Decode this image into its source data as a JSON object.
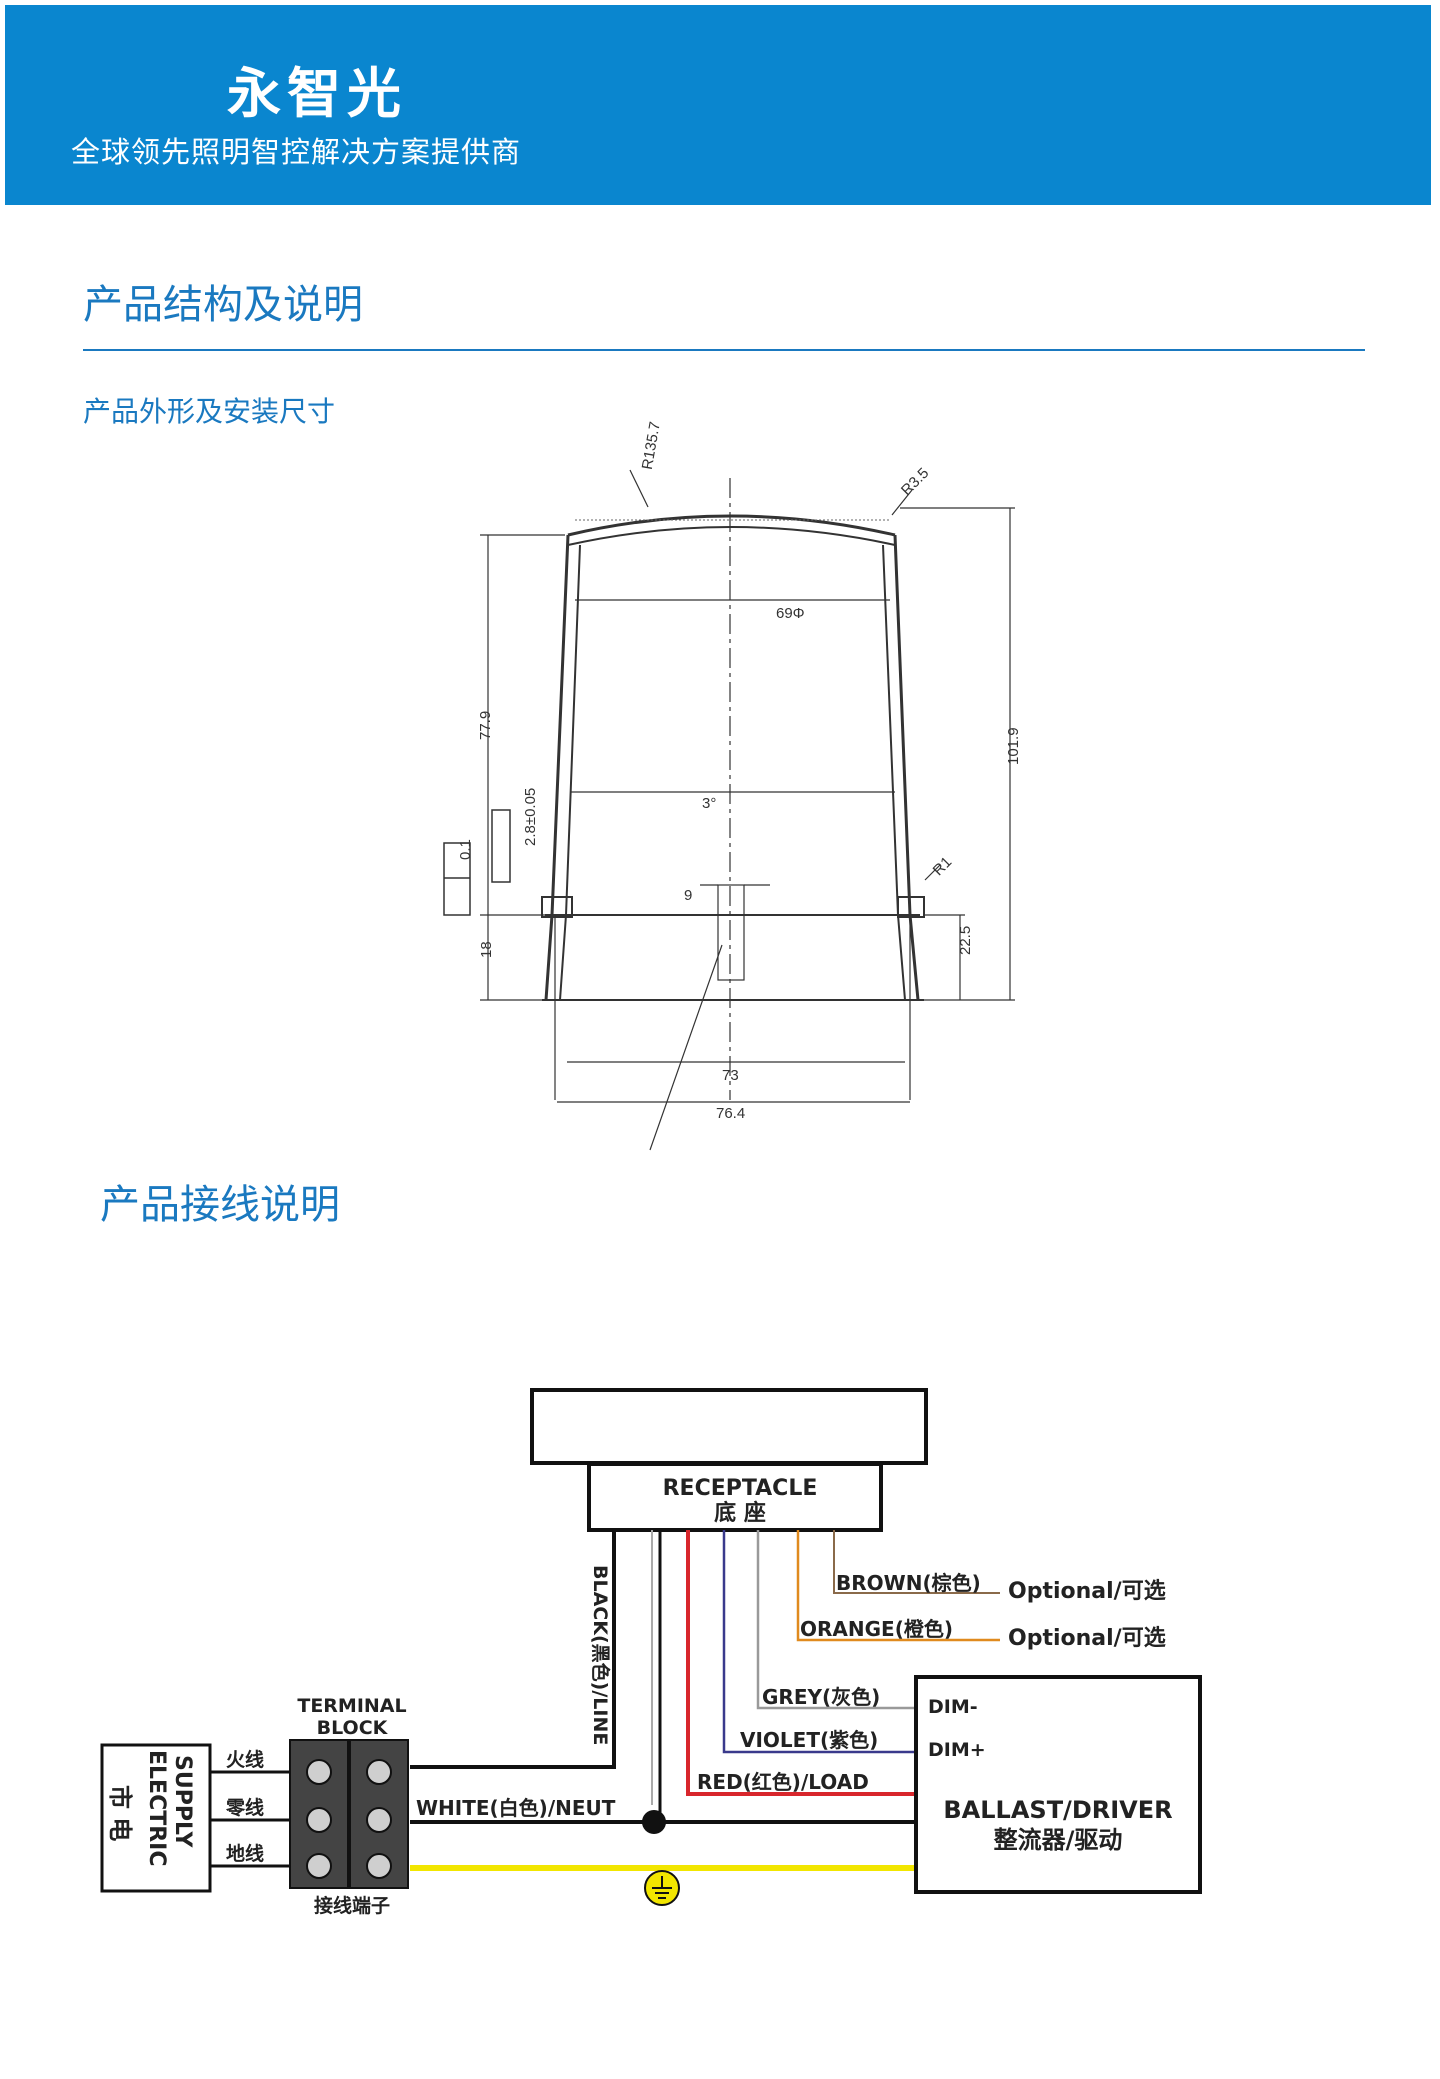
{
  "header": {
    "brand": "永智光",
    "slogan": "全球领先照明智控解决方案提供商",
    "bg_color": "#0a86cf"
  },
  "section1": {
    "title": "产品结构及说明",
    "subtitle": "产品外形及安装尺寸"
  },
  "drawing": {
    "labels": {
      "r135": "R135.7",
      "r35": "R3.5",
      "d69": "69Φ",
      "h779": "77.9",
      "h1019": "101.9",
      "deg3": "3°",
      "r1": "R1",
      "w9": "9",
      "h225": "22.5",
      "h18": "18",
      "d73": "73",
      "d764": "76.4",
      "flat": "0.1",
      "tol": "2.8±0.05"
    }
  },
  "section2": {
    "title": "产品接线说明"
  },
  "wiring": {
    "receptacle": "RECEPTACLE",
    "receptacle_cn": "底 座",
    "brown": "BROWN(棕色)",
    "orange": "ORANGE(橙色)",
    "optional1": "Optional/可选",
    "optional2": "Optional/可选",
    "grey": "GREY(灰色)",
    "violet": "VIOLET(紫色)",
    "red": "RED(红色)/LOAD",
    "white": "WHITE(白色)/NEUT",
    "black": "BLACK(黑色)/LINE",
    "dim_minus": "DIM-",
    "dim_plus": "DIM+",
    "ballast": "BALLAST/DRIVER",
    "ballast_cn": "整流器/驱动",
    "terminal": "TERMINAL",
    "terminal2": "BLOCK",
    "terminal_cn": "接线端子",
    "supply_cn": "市 电",
    "supply_en": "ELECTRIC",
    "supply_en2": "SUPPLY",
    "live": "火线",
    "neutral": "零线",
    "ground": "地线",
    "colors": {
      "red": "#d8262c",
      "violet": "#3a3a8c",
      "orange": "#e08a1e",
      "brown": "#8a6a4a",
      "yellow": "#f2e600",
      "grey": "#9a9a9a"
    }
  }
}
